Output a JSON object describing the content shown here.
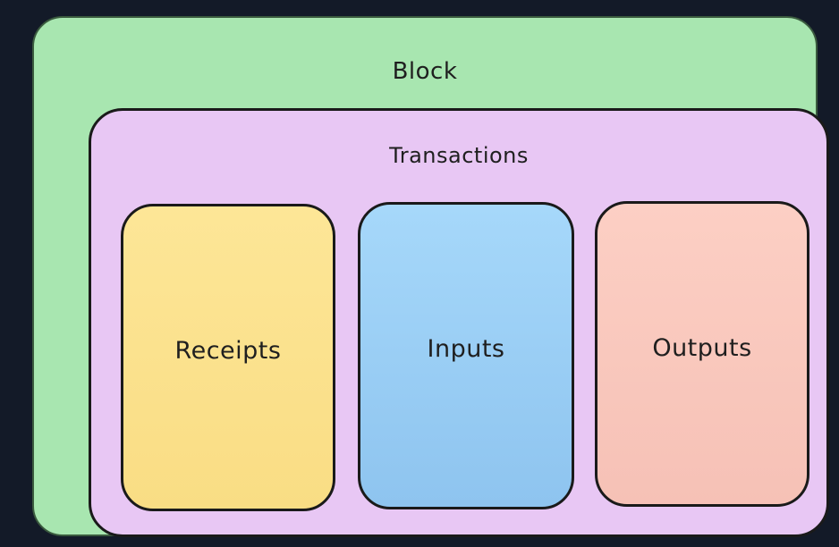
{
  "diagram": {
    "block": {
      "label": "Block",
      "color": "#a8e6b0"
    },
    "transactions": {
      "label": "Transactions",
      "color": "#e8c7f4"
    },
    "components": [
      {
        "label": "Receipts",
        "color": "#fde697"
      },
      {
        "label": "Inputs",
        "color": "#a6d8fa"
      },
      {
        "label": "Outputs",
        "color": "#fccfc4"
      }
    ]
  }
}
